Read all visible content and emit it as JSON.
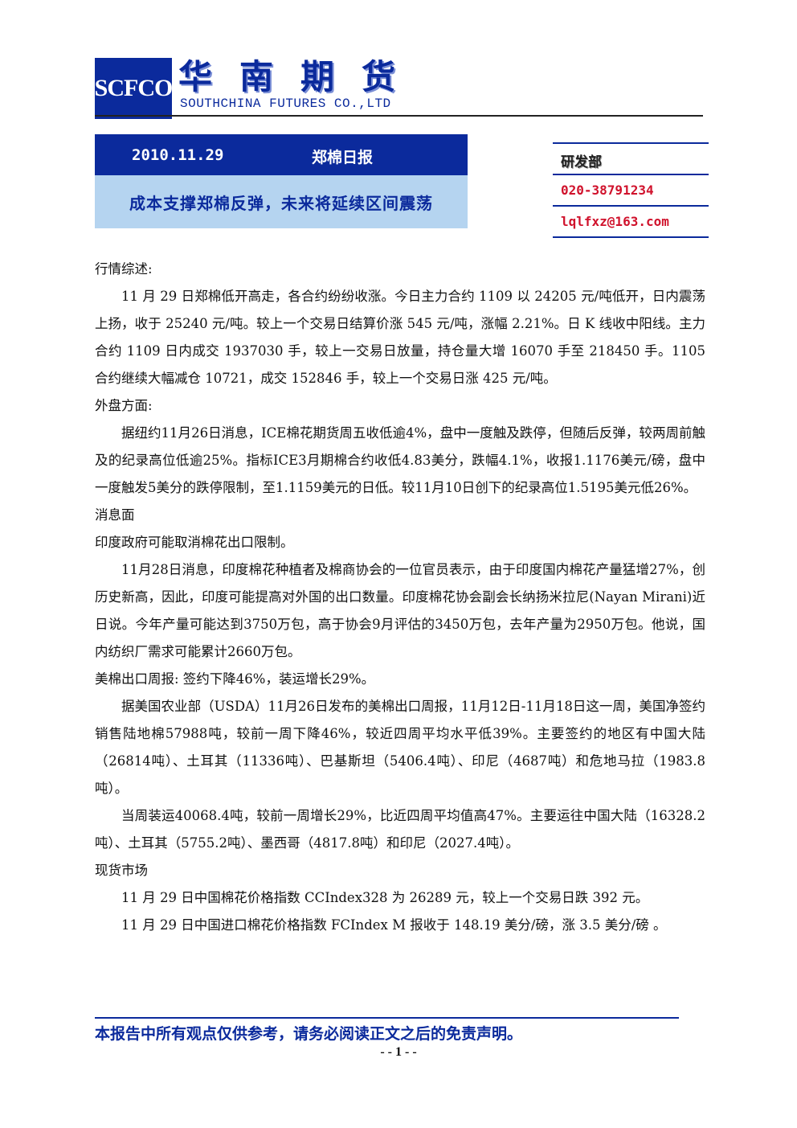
{
  "header": {
    "logo_text": "SCFCO",
    "brand_cn": "华南期货",
    "brand_en": "SOUTHCHINA FUTURES CO.,LTD"
  },
  "title_box": {
    "date": "2010.11.29",
    "report_name": "郑棉日报",
    "headline": "成本支撑郑棉反弹，未来将延续区间震荡"
  },
  "contact": {
    "dept": "研发部",
    "phone": "020-38791234",
    "email": "lqlfxz@163.com"
  },
  "body": [
    {
      "type": "heading",
      "text": "行情综述:"
    },
    {
      "type": "para",
      "text": "11 月 29 日郑棉低开高走，各合约纷纷收涨。今日主力合约 1109 以 24205 元/吨低开，日内震荡上扬，收于 25240 元/吨。较上一个交易日结算价涨 545 元/吨，涨幅 2.21%。日 K 线收中阳线。主力合约 1109 日内成交 1937030 手，较上一交易日放量，持仓量大增 16070 手至 218450 手。1105 合约继续大幅减仓 10721，成交 152846 手，较上一个交易日涨 425 元/吨。"
    },
    {
      "type": "heading",
      "text": "外盘方面:"
    },
    {
      "type": "para",
      "text": "据纽约11月26日消息，ICE棉花期货周五收低逾4%，盘中一度触及跌停，但随后反弹，较两周前触及的纪录高位低逾25%。指标ICE3月期棉合约收低4.83美分，跌幅4.1%，收报1.1176美元/磅，盘中一度触发5美分的跌停限制，至1.1159美元的日低。较11月10日创下的纪录高位1.5195美元低26%。"
    },
    {
      "type": "heading",
      "text": "消息面"
    },
    {
      "type": "heading",
      "text": "印度政府可能取消棉花出口限制。"
    },
    {
      "type": "para",
      "text": "11月28日消息，印度棉花种植者及棉商协会的一位官员表示，由于印度国内棉花产量猛增27%，创历史新高，因此，印度可能提高对外国的出口数量。印度棉花协会副会长纳扬米拉尼(Nayan Mirani)近日说。今年产量可能达到3750万包，高于协会9月评估的3450万包，去年产量为2950万包。他说，国内纺织厂需求可能累计2660万包。"
    },
    {
      "type": "heading",
      "text": "美棉出口周报: 签约下降46%，装运增长29%。"
    },
    {
      "type": "para",
      "text": "据美国农业部（USDA）11月26日发布的美棉出口周报，11月12日-11月18日这一周，美国净签约销售陆地棉57988吨，较前一周下降46%，较近四周平均水平低39%。主要签约的地区有中国大陆（26814吨）、土耳其（11336吨）、巴基斯坦（5406.4吨）、印尼（4687吨）和危地马拉（1983.8吨）。"
    },
    {
      "type": "para",
      "text": "当周装运40068.4吨，较前一周增长29%，比近四周平均值高47%。主要运往中国大陆（16328.2吨）、土耳其（5755.2吨）、墨西哥（4817.8吨）和印尼（2027.4吨）。"
    },
    {
      "type": "heading",
      "text": "现货市场"
    },
    {
      "type": "para",
      "text": "11 月 29 日中国棉花价格指数 CCIndex328 为 26289 元，较上一个交易日跌 392 元。"
    },
    {
      "type": "para",
      "text": "11 月 29 日中国进口棉花价格指数 FCIndex M 报收于 148.19 美分/磅，涨 3.5 美分/磅 。"
    }
  ],
  "footer": {
    "disclaimer": "本报告中所有观点仅供参考，请务必阅读正文之后的免责声明。",
    "page": "- - 1 - -"
  }
}
